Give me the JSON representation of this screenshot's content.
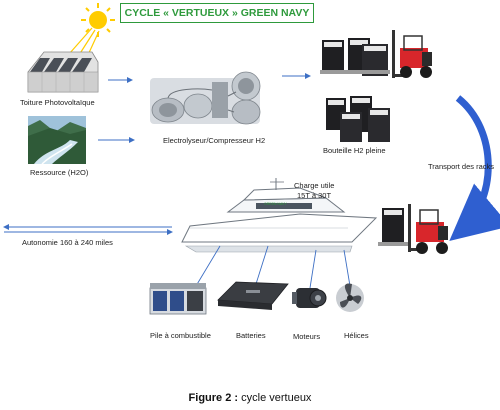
{
  "title": "CYCLE « VERTUEUX » GREEN NAVY",
  "labels": {
    "roof": "Toiture Photovoltaïque",
    "water": "Ressource (H2O)",
    "electrolyser": "Electrolyseur/Compresseur H2",
    "bottle": "Bouteille H2 pleine",
    "transport": "Transport des racks",
    "payload_line1": "Charge utile",
    "payload_line2": "15T à 30T",
    "autonomy": "Autonomie 160 à 240 miles",
    "fuel_cell": "Pile à combustible",
    "batteries": "Batteries",
    "motors": "Moteurs",
    "propellers": "Hélices",
    "boat_name": "GREEN NAVY"
  },
  "caption": {
    "prefix": "Figure 2 :",
    "text": "cycle vertueux"
  },
  "colors": {
    "title_green": "#2e9a3c",
    "arrow_blue": "#3d6fc4",
    "transport_blue": "#2f5fd0",
    "forklift_red": "#d8262b"
  }
}
